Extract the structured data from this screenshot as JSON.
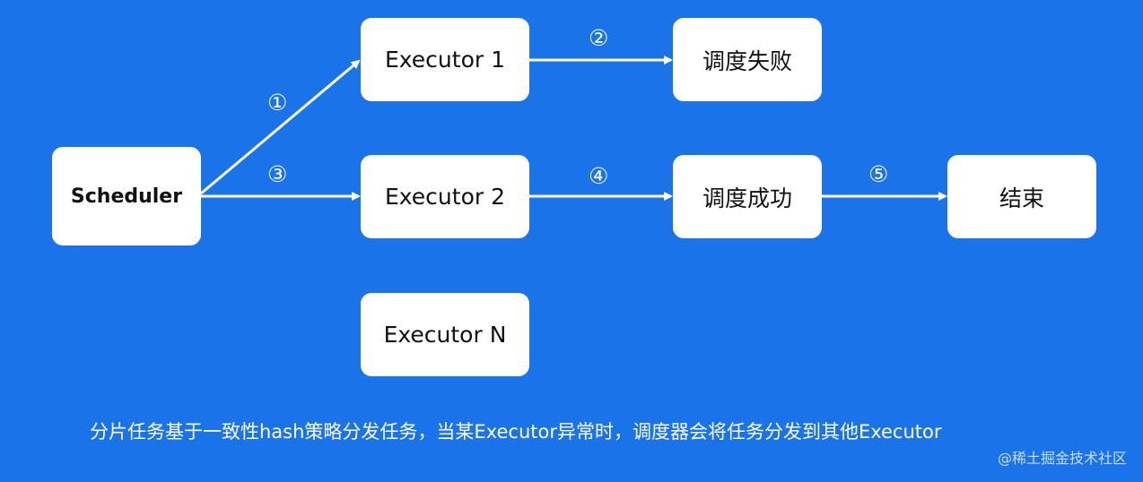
{
  "nodes": {
    "scheduler": "Scheduler",
    "executor1": "Executor 1",
    "executor2": "Executor 2",
    "executorN": "Executor N",
    "fail": "调度失败",
    "success": "调度成功",
    "end": "结束"
  },
  "steps": {
    "s1": "①",
    "s2": "②",
    "s3": "③",
    "s4": "④",
    "s5": "⑤"
  },
  "caption": "分片任务基于一致性hash策略分发任务，当某Executor异常时，调度器会将任务分发到其他Executor",
  "credit": "@稀土掘金技术社区",
  "colors": {
    "background": "#1a73e8",
    "node": "#ffffff",
    "arrow": "#ffffff"
  }
}
